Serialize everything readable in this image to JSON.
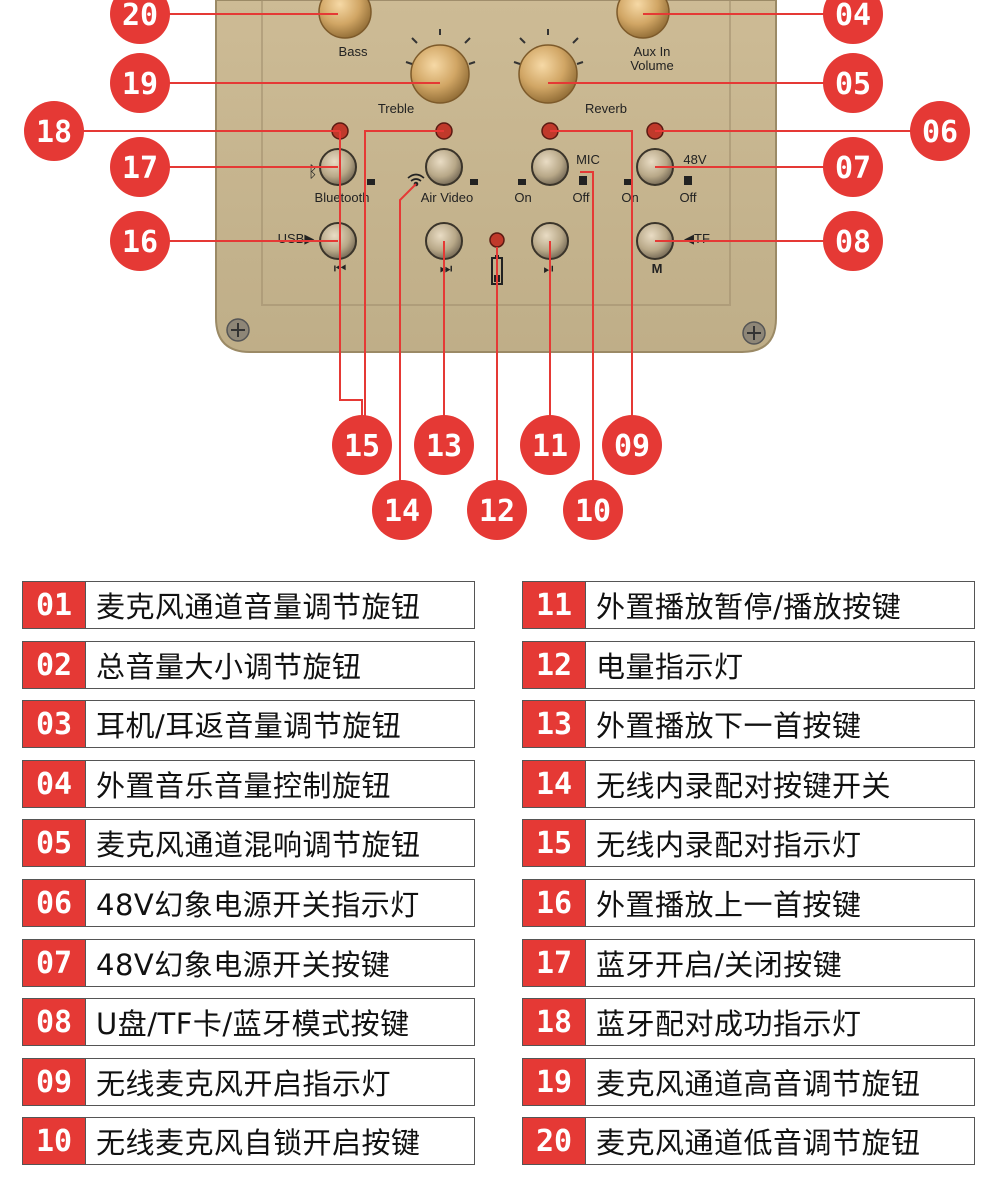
{
  "panel": {
    "labels": {
      "bass": "Bass",
      "treble": "Treble",
      "aux_in_volume_1": "Aux In",
      "aux_in_volume_2": "Volume",
      "reverb": "Reverb",
      "bluetooth": "Bluetooth",
      "air_video": "Air Video",
      "mic": "MIC",
      "mic_on": "On",
      "mic_off": "Off",
      "v48": "48V",
      "v48_on": "On",
      "v48_off": "Off",
      "usb": "USB▶",
      "tf": "◀TF",
      "prev": "⏮",
      "next": "⏭",
      "play": "⏯",
      "mode": "M"
    },
    "callouts": [
      "20",
      "19",
      "18",
      "17",
      "16",
      "04",
      "05",
      "06",
      "07",
      "08",
      "15",
      "13",
      "11",
      "09",
      "14",
      "12",
      "10"
    ]
  },
  "legend": {
    "left": [
      {
        "num": "01",
        "text": "麦克风通道音量调节旋钮"
      },
      {
        "num": "02",
        "text": "总音量大小调节旋钮"
      },
      {
        "num": "03",
        "text": "耳机/耳返音量调节旋钮"
      },
      {
        "num": "04",
        "text": "外置音乐音量控制旋钮"
      },
      {
        "num": "05",
        "text": "麦克风通道混响调节旋钮"
      },
      {
        "num": "06",
        "text": "48V幻象电源开关指示灯"
      },
      {
        "num": "07",
        "text": "48V幻象电源开关按键"
      },
      {
        "num": "08",
        "text": "U盘/TF卡/蓝牙模式按键"
      },
      {
        "num": "09",
        "text": "无线麦克风开启指示灯"
      },
      {
        "num": "10",
        "text": "无线麦克风自锁开启按键"
      }
    ],
    "right": [
      {
        "num": "11",
        "text": "外置播放暂停/播放按键"
      },
      {
        "num": "12",
        "text": "电量指示灯"
      },
      {
        "num": "13",
        "text": "外置播放下一首按键"
      },
      {
        "num": "14",
        "text": "无线内录配对按键开关"
      },
      {
        "num": "15",
        "text": "无线内录配对指示灯"
      },
      {
        "num": "16",
        "text": "外置播放上一首按键"
      },
      {
        "num": "17",
        "text": "蓝牙开启/关闭按键"
      },
      {
        "num": "18",
        "text": "蓝牙配对成功指示灯"
      },
      {
        "num": "19",
        "text": "麦克风通道高音调节旋钮"
      },
      {
        "num": "20",
        "text": "麦克风通道低音调节旋钮"
      }
    ]
  },
  "colors": {
    "callout": "#e53935",
    "panel": "#c6b48f",
    "panel_edge": "#a89670",
    "line": "#e53935"
  }
}
